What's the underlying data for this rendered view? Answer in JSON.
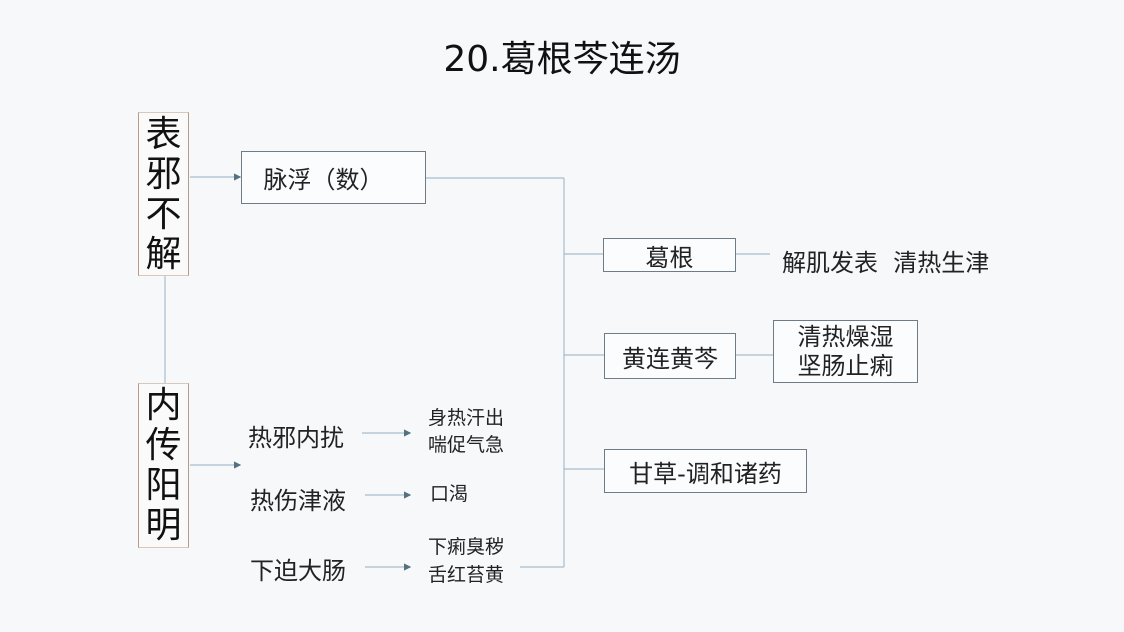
{
  "title": "20.葛根芩连汤",
  "left": {
    "top_box": "表邪不解",
    "bottom_box": "内传阳明"
  },
  "pulse_box": "脉浮（数）",
  "symptoms": [
    {
      "cause": "热邪内扰",
      "effects": [
        "身热汗出",
        "喘促气急"
      ]
    },
    {
      "cause": "热伤津液",
      "effects": [
        "口渴"
      ]
    },
    {
      "cause": "下迫大肠",
      "effects": [
        "下痢臭秽",
        "舌红苔黄"
      ]
    }
  ],
  "herbs": [
    {
      "name": "葛根",
      "function": "解肌发表  清热生津"
    },
    {
      "name": "黄连黄芩",
      "function_lines": [
        "清热燥湿",
        "坚肠止痢"
      ]
    },
    {
      "name": "甘草-调和诸药"
    }
  ],
  "colors": {
    "line": "#a9bccb",
    "background": "#f6f8fa"
  }
}
